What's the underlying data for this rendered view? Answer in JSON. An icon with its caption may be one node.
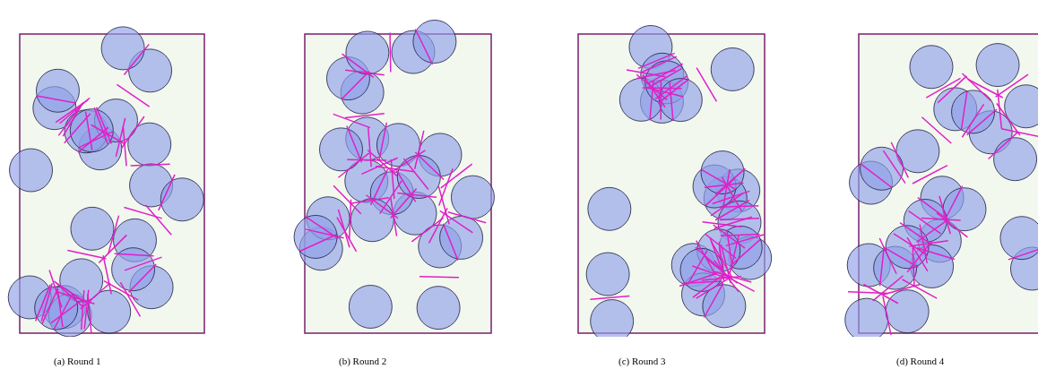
{
  "diagram": {
    "labels": [
      "(a) Round 1",
      "(b) Round 2",
      "(c) Round 3",
      "(d) Round 4"
    ]
  }
}
